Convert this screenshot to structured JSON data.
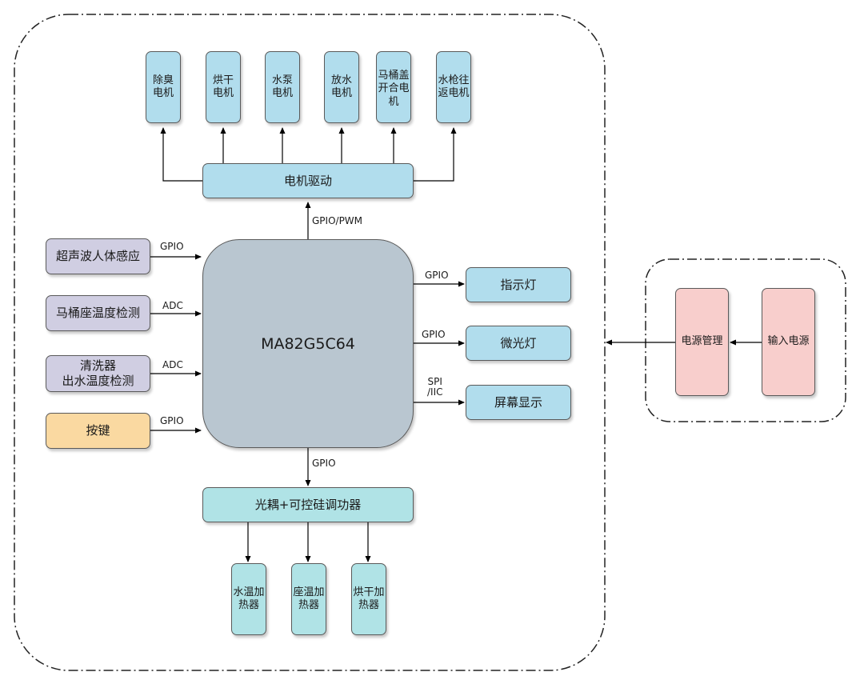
{
  "mcu": {
    "label": "MA82G5C64"
  },
  "motor_driver": {
    "label": "电机驱动"
  },
  "motors": [
    {
      "label": "除臭\n电机"
    },
    {
      "label": "烘干\n电机"
    },
    {
      "label": "水泵\n电机"
    },
    {
      "label": "放水\n电机"
    },
    {
      "label": "马桶盖\n开合电\n机"
    },
    {
      "label": "水枪往\n返电机"
    }
  ],
  "inputs": [
    {
      "label": "超声波人体感应",
      "link": "GPIO"
    },
    {
      "label": "马桶座温度检测",
      "link": "ADC"
    },
    {
      "label": "清洗器\n出水温度检测",
      "link": "ADC"
    },
    {
      "label": "按键",
      "link": "GPIO"
    }
  ],
  "outputs": [
    {
      "label": "指示灯",
      "link": "GPIO"
    },
    {
      "label": "微光灯",
      "link": "GPIO"
    },
    {
      "label": "屏幕显示",
      "link": "SPI\n/IIC"
    }
  ],
  "top_link": "GPIO/PWM",
  "bottom_link": "GPIO",
  "triac": {
    "label": "光耦+可控硅调功器"
  },
  "heaters": [
    {
      "label": "水温加\n热器"
    },
    {
      "label": "座温加\n热器"
    },
    {
      "label": "烘干加\n热器"
    }
  ],
  "power": [
    {
      "label": "电源管理"
    },
    {
      "label": "输入电源"
    }
  ]
}
